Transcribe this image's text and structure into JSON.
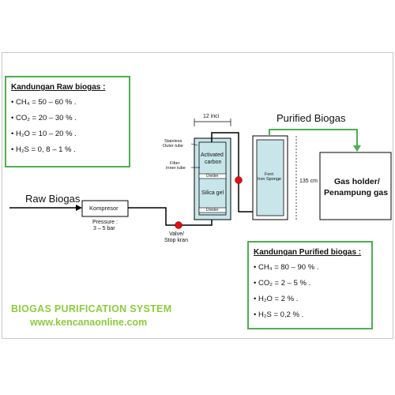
{
  "raw_box": {
    "heading": "Kandungan Raw biogas :",
    "items": [
      "• CH₄ = 50 – 60 % .",
      "• CO₂ = 20 – 30 % .",
      "• H₂O = 10 – 20 % .",
      "• H₂S = 0, 8 – 1 % ."
    ]
  },
  "purified_box": {
    "heading": "Kandungan Purified biogas :",
    "items": [
      "• CH₄ = 80 – 90 % .",
      "• CO₂ = 2 – 5 % .",
      "• H₂O = 2 % .",
      "• H₂S = 0,2 % ."
    ]
  },
  "labels": {
    "raw_biogas": "Raw Biogas",
    "purified_biogas": "Purified Biogas",
    "kompresor": "Kompresor",
    "pressure_line1": "Pressure :",
    "pressure_line2": "3 – 5 bar",
    "valve_line1": "Valve/",
    "valve_line2": "Stop kran",
    "width": "12 inci",
    "height": "135 cm",
    "stainless_line1": "Stainless",
    "stainless_line2": "Outer tube",
    "fiber_line1": "Fiber",
    "fiber_line2": "Inner tube",
    "activated_line1": "Activated",
    "activated_line2": "carbon",
    "silica": "Silica gel",
    "divider": "Divider",
    "ferri_line1": "Ferri",
    "ferri_line2": "Iron Sponge",
    "gas_holder_line1": "Gas holder/",
    "gas_holder_line2": "Penampung gas"
  },
  "footer": {
    "title": "BIOGAS PURIFICATION SYSTEM",
    "url": "www.kencanaonline.com"
  },
  "colors": {
    "border": "#4caf50",
    "footer": "#8ccc3c",
    "tank_fill": "#c8e6ea",
    "valve": "#e01010"
  }
}
